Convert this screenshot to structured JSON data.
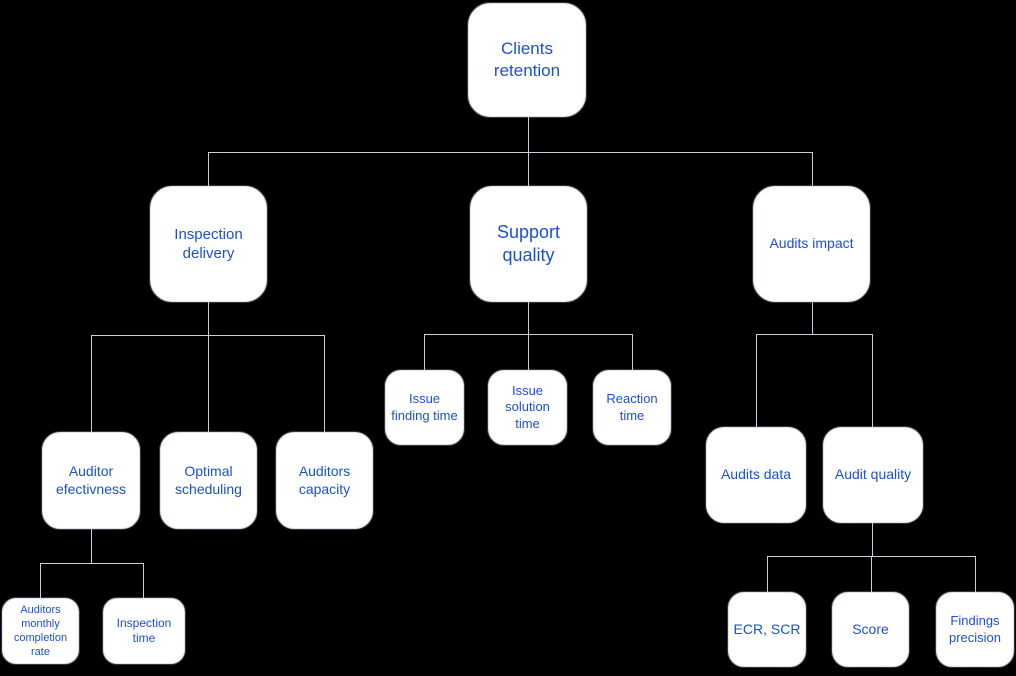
{
  "diagram": {
    "type": "tree",
    "title_node": "Clients retention",
    "colors": {
      "background": "#000000",
      "node_fill": "#ffffff",
      "node_border": "#dde3ee",
      "node_text": "#1b4fd6",
      "connector": "#c7cfdc"
    },
    "nodes": {
      "clients_retention": {
        "label": "Clients retention"
      },
      "inspection_delivery": {
        "label": "Inspection delivery"
      },
      "support_quality": {
        "label": "Support quality"
      },
      "audits_impact": {
        "label": "Audits impact"
      },
      "auditor_efectivness": {
        "label": "Auditor efectivness"
      },
      "optimal_scheduling": {
        "label": "Optimal scheduling"
      },
      "auditors_capacity": {
        "label": "Auditors capacity"
      },
      "issue_finding_time": {
        "label": "Issue finding time"
      },
      "issue_solution_time": {
        "label": "Issue solution time"
      },
      "reaction_time": {
        "label": "Reaction time"
      },
      "audits_data": {
        "label": "Audits data"
      },
      "audit_quality": {
        "label": "Audit quality"
      },
      "auditors_monthly_completion_rate": {
        "label": "Auditors monthly completion rate"
      },
      "inspection_time": {
        "label": "Inspection time"
      },
      "ecr_scr": {
        "label": "ECR, SCR"
      },
      "score": {
        "label": "Score"
      },
      "findings_precision": {
        "label": "Findings precision"
      }
    },
    "edges": [
      [
        "clients_retention",
        "inspection_delivery"
      ],
      [
        "clients_retention",
        "support_quality"
      ],
      [
        "clients_retention",
        "audits_impact"
      ],
      [
        "inspection_delivery",
        "auditor_efectivness"
      ],
      [
        "inspection_delivery",
        "optimal_scheduling"
      ],
      [
        "inspection_delivery",
        "auditors_capacity"
      ],
      [
        "support_quality",
        "issue_finding_time"
      ],
      [
        "support_quality",
        "issue_solution_time"
      ],
      [
        "support_quality",
        "reaction_time"
      ],
      [
        "audits_impact",
        "audits_data"
      ],
      [
        "audits_impact",
        "audit_quality"
      ],
      [
        "auditor_efectivness",
        "auditors_monthly_completion_rate"
      ],
      [
        "auditor_efectivness",
        "inspection_time"
      ],
      [
        "audit_quality",
        "ecr_scr"
      ],
      [
        "audit_quality",
        "score"
      ],
      [
        "audit_quality",
        "findings_precision"
      ]
    ]
  }
}
